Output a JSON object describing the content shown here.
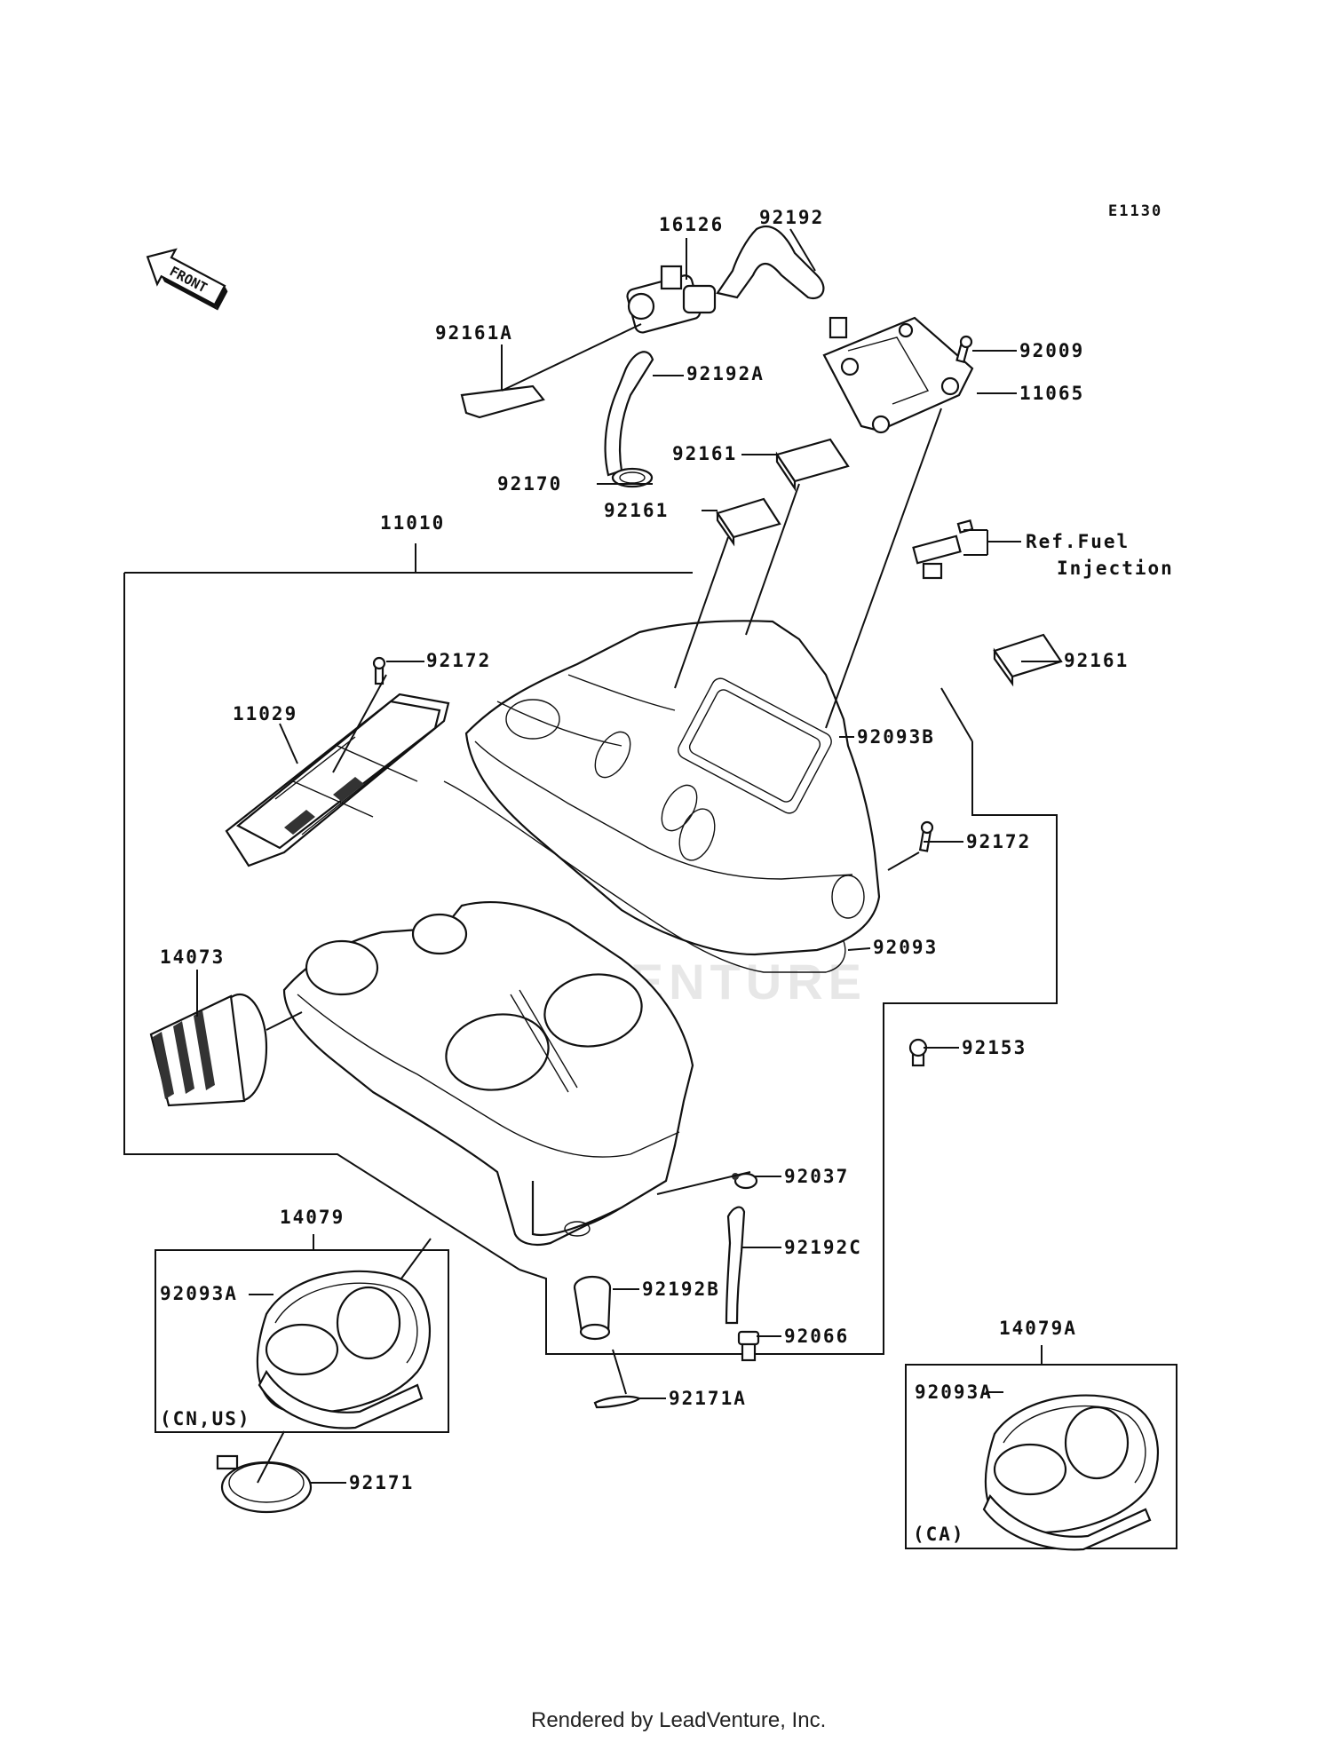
{
  "diagram": {
    "code": "E1130",
    "front_label": "FRONT",
    "ref_label_line1": "Ref.Fuel",
    "ref_label_line2": "Injection",
    "footer": "Rendered by LeadVenture, Inc.",
    "watermark": "LEADVENTURE",
    "parts": [
      "16126",
      "92192",
      "92161A",
      "92192A",
      "92009",
      "11065",
      "92161",
      "92170",
      "92161",
      "11010",
      "92161",
      "92172",
      "11029",
      "92093B",
      "92172",
      "14073",
      "92093",
      "92153",
      "92037",
      "14079",
      "92192C",
      "92093A",
      "92192B",
      "92066",
      "92171A",
      "14079A",
      "92093A",
      "92171"
    ],
    "region_notes": [
      "(CN,US)",
      "(CA)"
    ]
  }
}
